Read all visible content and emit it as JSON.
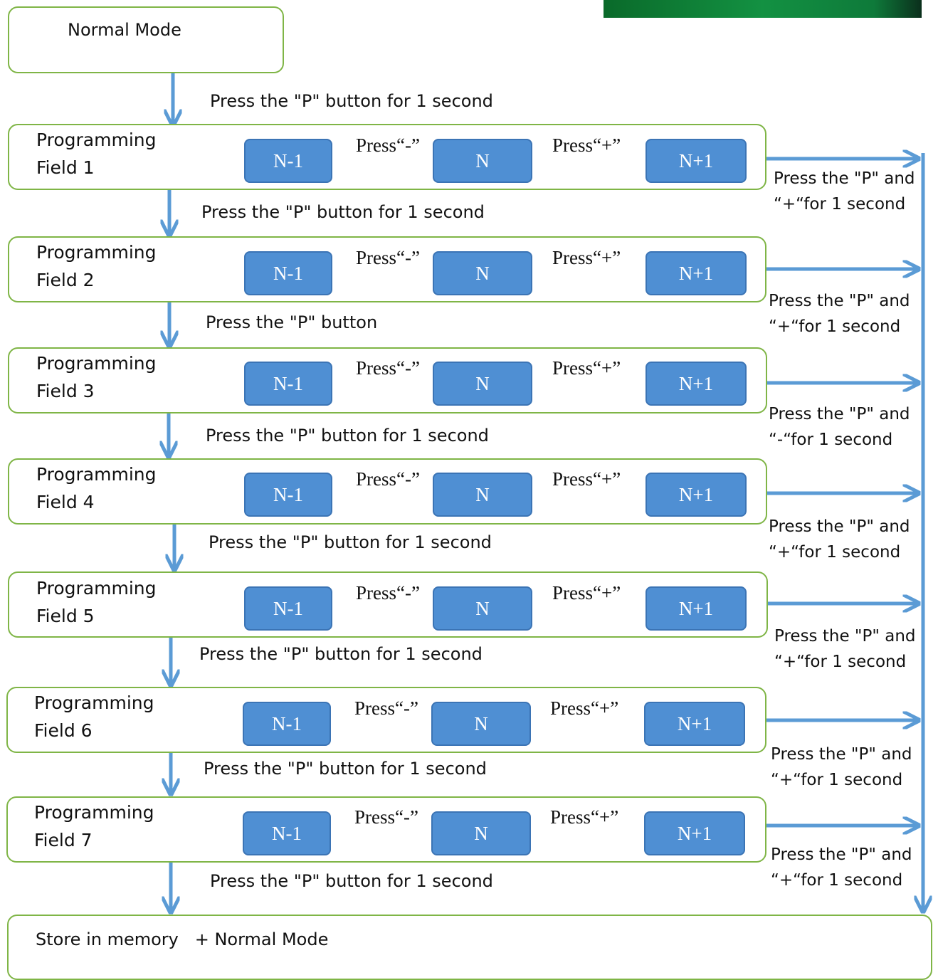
{
  "top_image": {
    "icon": "green-photo-strip-icon"
  },
  "start": {
    "label": "Normal Mode"
  },
  "end": {
    "label": "Store in memory   + Normal Mode"
  },
  "step_label": "Press the \"P\" button for 1 second",
  "step_label_partial": "Press the \"P\" button",
  "buttons": {
    "minus": "N-1",
    "center": "N",
    "plus": "N+1"
  },
  "press_minus": "Press“-”",
  "press_plus": "Press“+”",
  "fields": [
    {
      "title": "Programming\nField 1",
      "exit_line1": "Press the \"P\" and",
      "exit_line2": "“+“for 1 second"
    },
    {
      "title": "Programming\nField 2",
      "exit_line1": "Press the \"P\" and",
      "exit_line2": "“+“for 1 second"
    },
    {
      "title": "Programming\nField 3",
      "exit_line1": "Press the \"P\" and",
      "exit_line2": "“-“for 1 second"
    },
    {
      "title": "Programming\nField 4",
      "exit_line1": "Press the \"P\" and",
      "exit_line2": "“+“for 1 second"
    },
    {
      "title": "Programming\nField 5",
      "exit_line1": "Press the \"P\" and",
      "exit_line2": "“+“for 1 second"
    },
    {
      "title": "Programming\nField 6",
      "exit_line1": "Press the \"P\" and",
      "exit_line2": "“+“for 1 second"
    },
    {
      "title": "Programming\nField 7",
      "exit_line1": "Press the \"P\" and",
      "exit_line2": "“+“for 1 second"
    }
  ],
  "colors": {
    "box_border": "#7fb546",
    "button_fill": "#4f8fd3",
    "arrow": "#5b9bd5"
  }
}
